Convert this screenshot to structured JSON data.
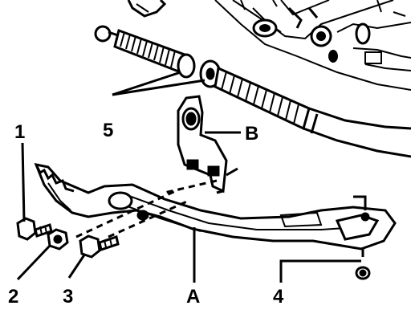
{
  "callouts": {
    "c1": "1",
    "c2": "2",
    "c3": "3",
    "c4": "4",
    "c5": "5",
    "ca": "A",
    "cb": "B"
  },
  "colors": {
    "ink": "#000000",
    "paper": "#ffffff"
  }
}
